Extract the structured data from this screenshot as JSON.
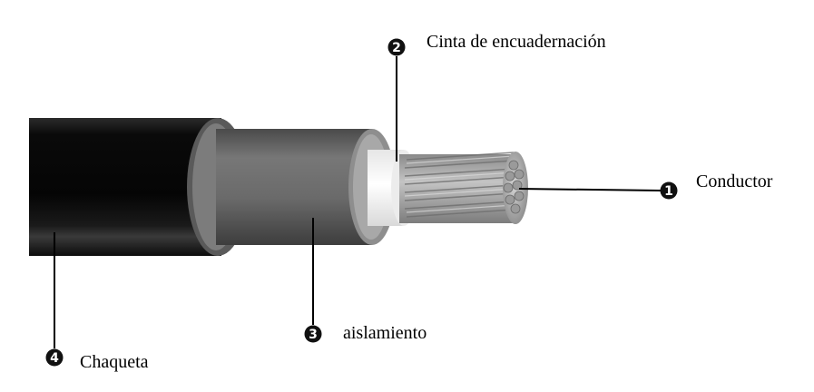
{
  "diagram": {
    "parts": [
      {
        "number": "1",
        "label": "Conductor"
      },
      {
        "number": "2",
        "label": "Cinta de encuadernación"
      },
      {
        "number": "3",
        "label": "aislamiento"
      },
      {
        "number": "4",
        "label": "Chaqueta"
      }
    ]
  },
  "colors": {
    "jacket": "#0d0d0d",
    "insulation": "#6b6b6b",
    "insulation_edge": "#9a9a9a",
    "binding_tape": "#f4f4f4",
    "conductor": "#a9a9a9",
    "leader": "#000000",
    "badge": "#111111"
  }
}
